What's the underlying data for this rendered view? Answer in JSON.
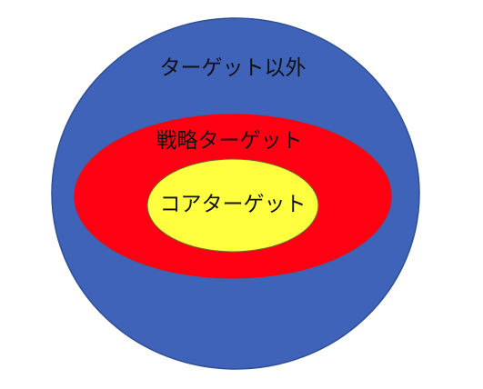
{
  "diagram": {
    "outer": {
      "label": "ターゲット以外",
      "color": "#3f63b8"
    },
    "middle": {
      "label": "戦略ターゲット",
      "color": "#ff0012"
    },
    "inner": {
      "label": "コアターゲット",
      "color": "#ffff3f"
    }
  }
}
